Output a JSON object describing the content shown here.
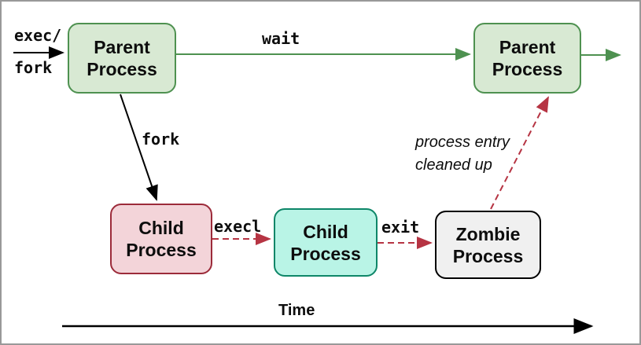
{
  "nodes": {
    "parent1": {
      "label": "Parent Process",
      "fill": "#d8e9d3",
      "border": "#4e9150"
    },
    "parent2": {
      "label": "Parent Process",
      "fill": "#d8e9d3",
      "border": "#4e9150"
    },
    "child1": {
      "label": "Child Process",
      "fill": "#f3d4d9",
      "border": "#9c2b3a"
    },
    "child2": {
      "label": "Child Process",
      "fill": "#b9f4e6",
      "border": "#0e8668"
    },
    "zombie": {
      "label": "Zombie Process",
      "fill": "#f0f0f0",
      "border": "#000000"
    }
  },
  "edge_labels": {
    "exec_slash": "exec/",
    "fork_left": "fork",
    "wait": "wait",
    "fork_mid": "fork",
    "execl": "execl",
    "exit": "exit",
    "cleanup_line1": "process entry",
    "cleanup_line2": "cleaned up"
  },
  "timeline": {
    "label": "Time"
  },
  "colors": {
    "green_line": "#4e9150",
    "red_dashed": "#b63443",
    "black_line": "#000000",
    "frame_border": "#999999",
    "background": "#ffffff"
  }
}
